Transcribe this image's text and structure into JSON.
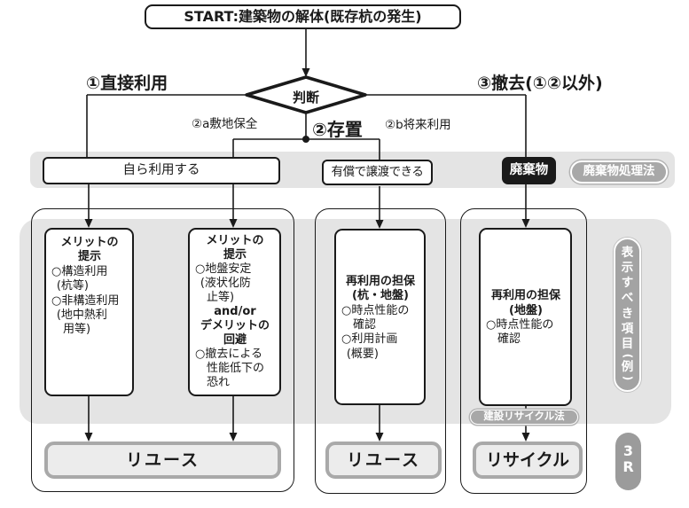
{
  "start": {
    "label": "START:建築物の解体(既存杭の発生)"
  },
  "decision": {
    "label": "判断"
  },
  "branches": {
    "direct": "①直接利用",
    "leave": "②存置",
    "leave_a": "②a敷地保全",
    "leave_b": "②b将来利用",
    "remove": "③撤去(①②以外)"
  },
  "row1": {
    "self_use": "自ら利用する",
    "transfer": "有償で譲渡できる",
    "waste": "廃棄物",
    "waste_law": "廃棄物処理法"
  },
  "box_a": {
    "heading": [
      "メリットの",
      "提示"
    ],
    "lines": [
      "○構造利用",
      "(杭等)",
      "○非構造利用",
      "(地中熱利",
      "用等)"
    ]
  },
  "box_b": {
    "heading": [
      "メリットの",
      "提示"
    ],
    "lines1": [
      "○地盤安定",
      "(液状化防",
      "止等)"
    ],
    "connector": "and/or",
    "heading2": [
      "デメリットの",
      "回避"
    ],
    "lines2": [
      "○撤去による",
      "性能低下の",
      "恐れ"
    ]
  },
  "box_c": {
    "heading": [
      "再利用の担保",
      "(杭・地盤)"
    ],
    "lines": [
      "○時点性能の",
      "確認",
      "○利用計画",
      "(概要)"
    ]
  },
  "box_d": {
    "heading": [
      "再利用の担保",
      "(地盤)"
    ],
    "lines": [
      "○時点性能の",
      "確認"
    ]
  },
  "pills": {
    "construction_recycle_law": "建設リサイクル法",
    "side_label": {
      "chars": "表示すべき項目",
      "open": "(",
      "example": "例",
      "close": ")"
    },
    "badge_3r": {
      "line1": "3",
      "line2": "R"
    }
  },
  "outcomes": {
    "reuse_wide": "リユース",
    "reuse_small": "リユース",
    "recycle": "リサイクル"
  },
  "colors": {
    "band_gray": "#e4e4e4",
    "pill_gray": "#a8a8a8",
    "outcome_border": "#a9a9a9",
    "outcome_fill": "#ececec",
    "ink_black": "#1a1a1a"
  }
}
